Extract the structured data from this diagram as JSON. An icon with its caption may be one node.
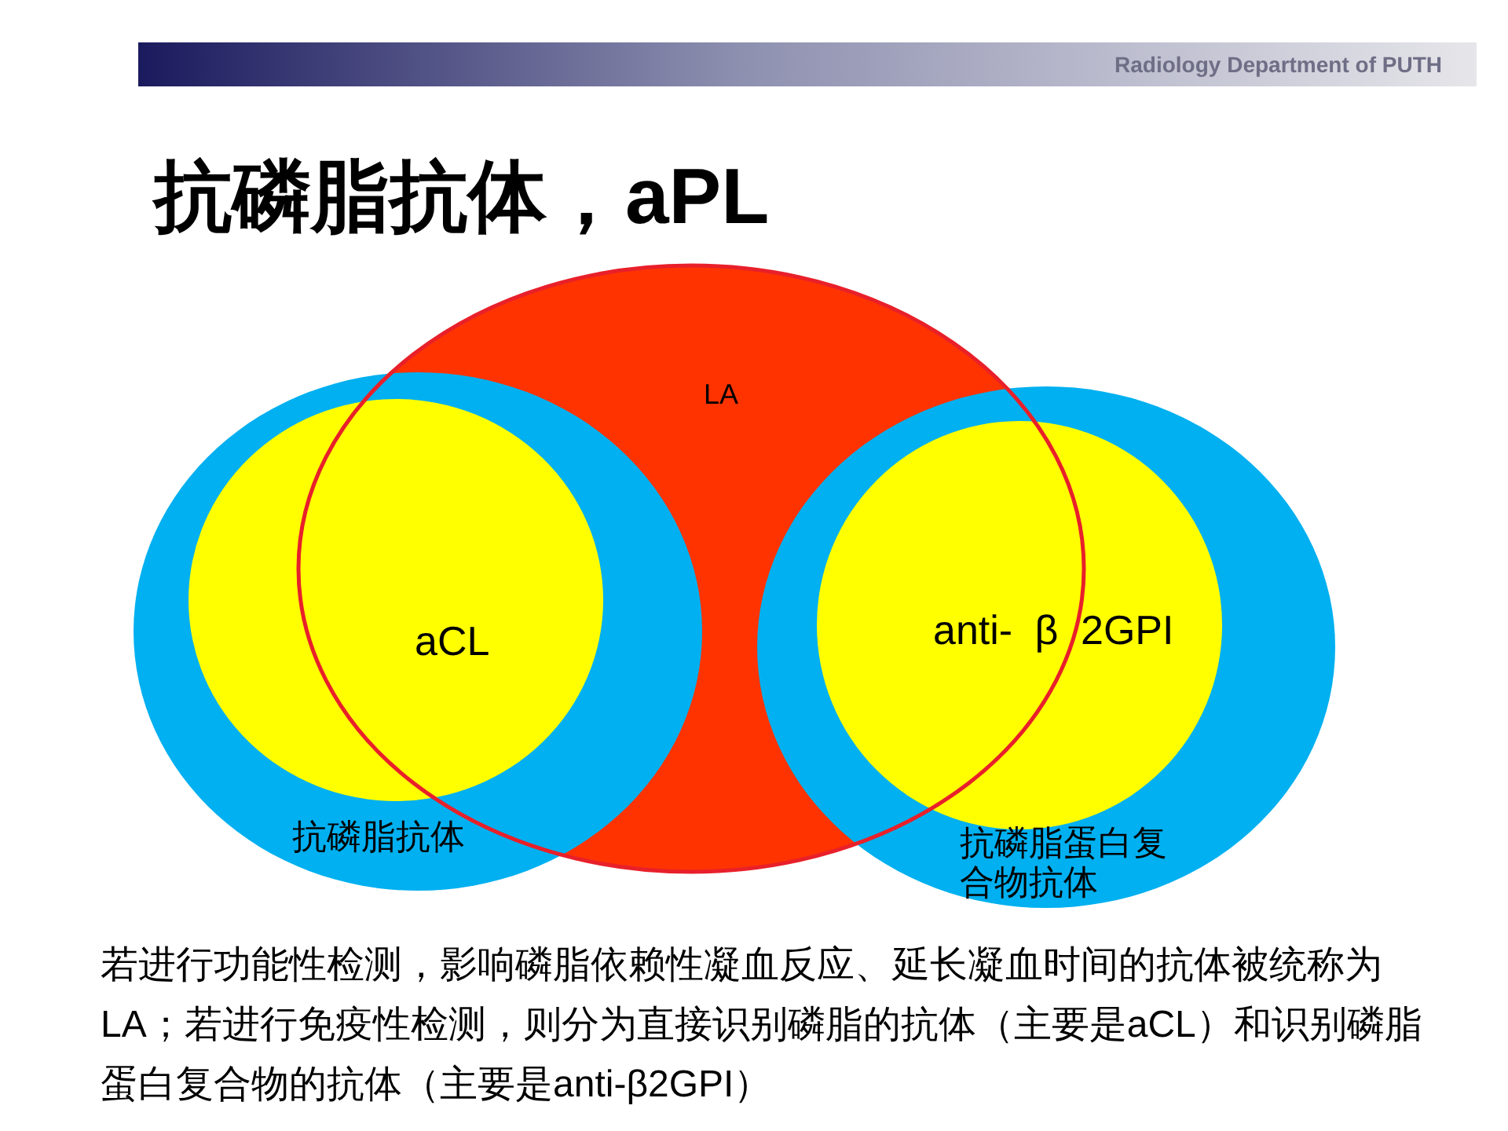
{
  "diagram": {
    "title": "抗磷脂抗体，aPL",
    "nodes": [
      {
        "text": [
          "LA"
        ]
      },
      {
        "text": [
          "抗磷脂抗体"
        ]
      },
      {
        "text": [
          "aCL"
        ],
        "in": 1
      },
      {
        "text": [
          "抗磷脂蛋白复合物抗体"
        ]
      },
      {
        "text": [
          "anti- β 2GPI"
        ],
        "in": 3
      }
    ],
    "labels": [
      "Radiology Department of PUTH",
      "若进行功能性检测，影响磷脂依赖性凝血反应、延长凝血时间的抗体被统称为LA；若进行免疫性检测，则分为直接识别磷脂的抗体（主要是aCL）和识别磷脂蛋白复合物的抗体（主要是anti-β2GPI）"
    ]
  }
}
